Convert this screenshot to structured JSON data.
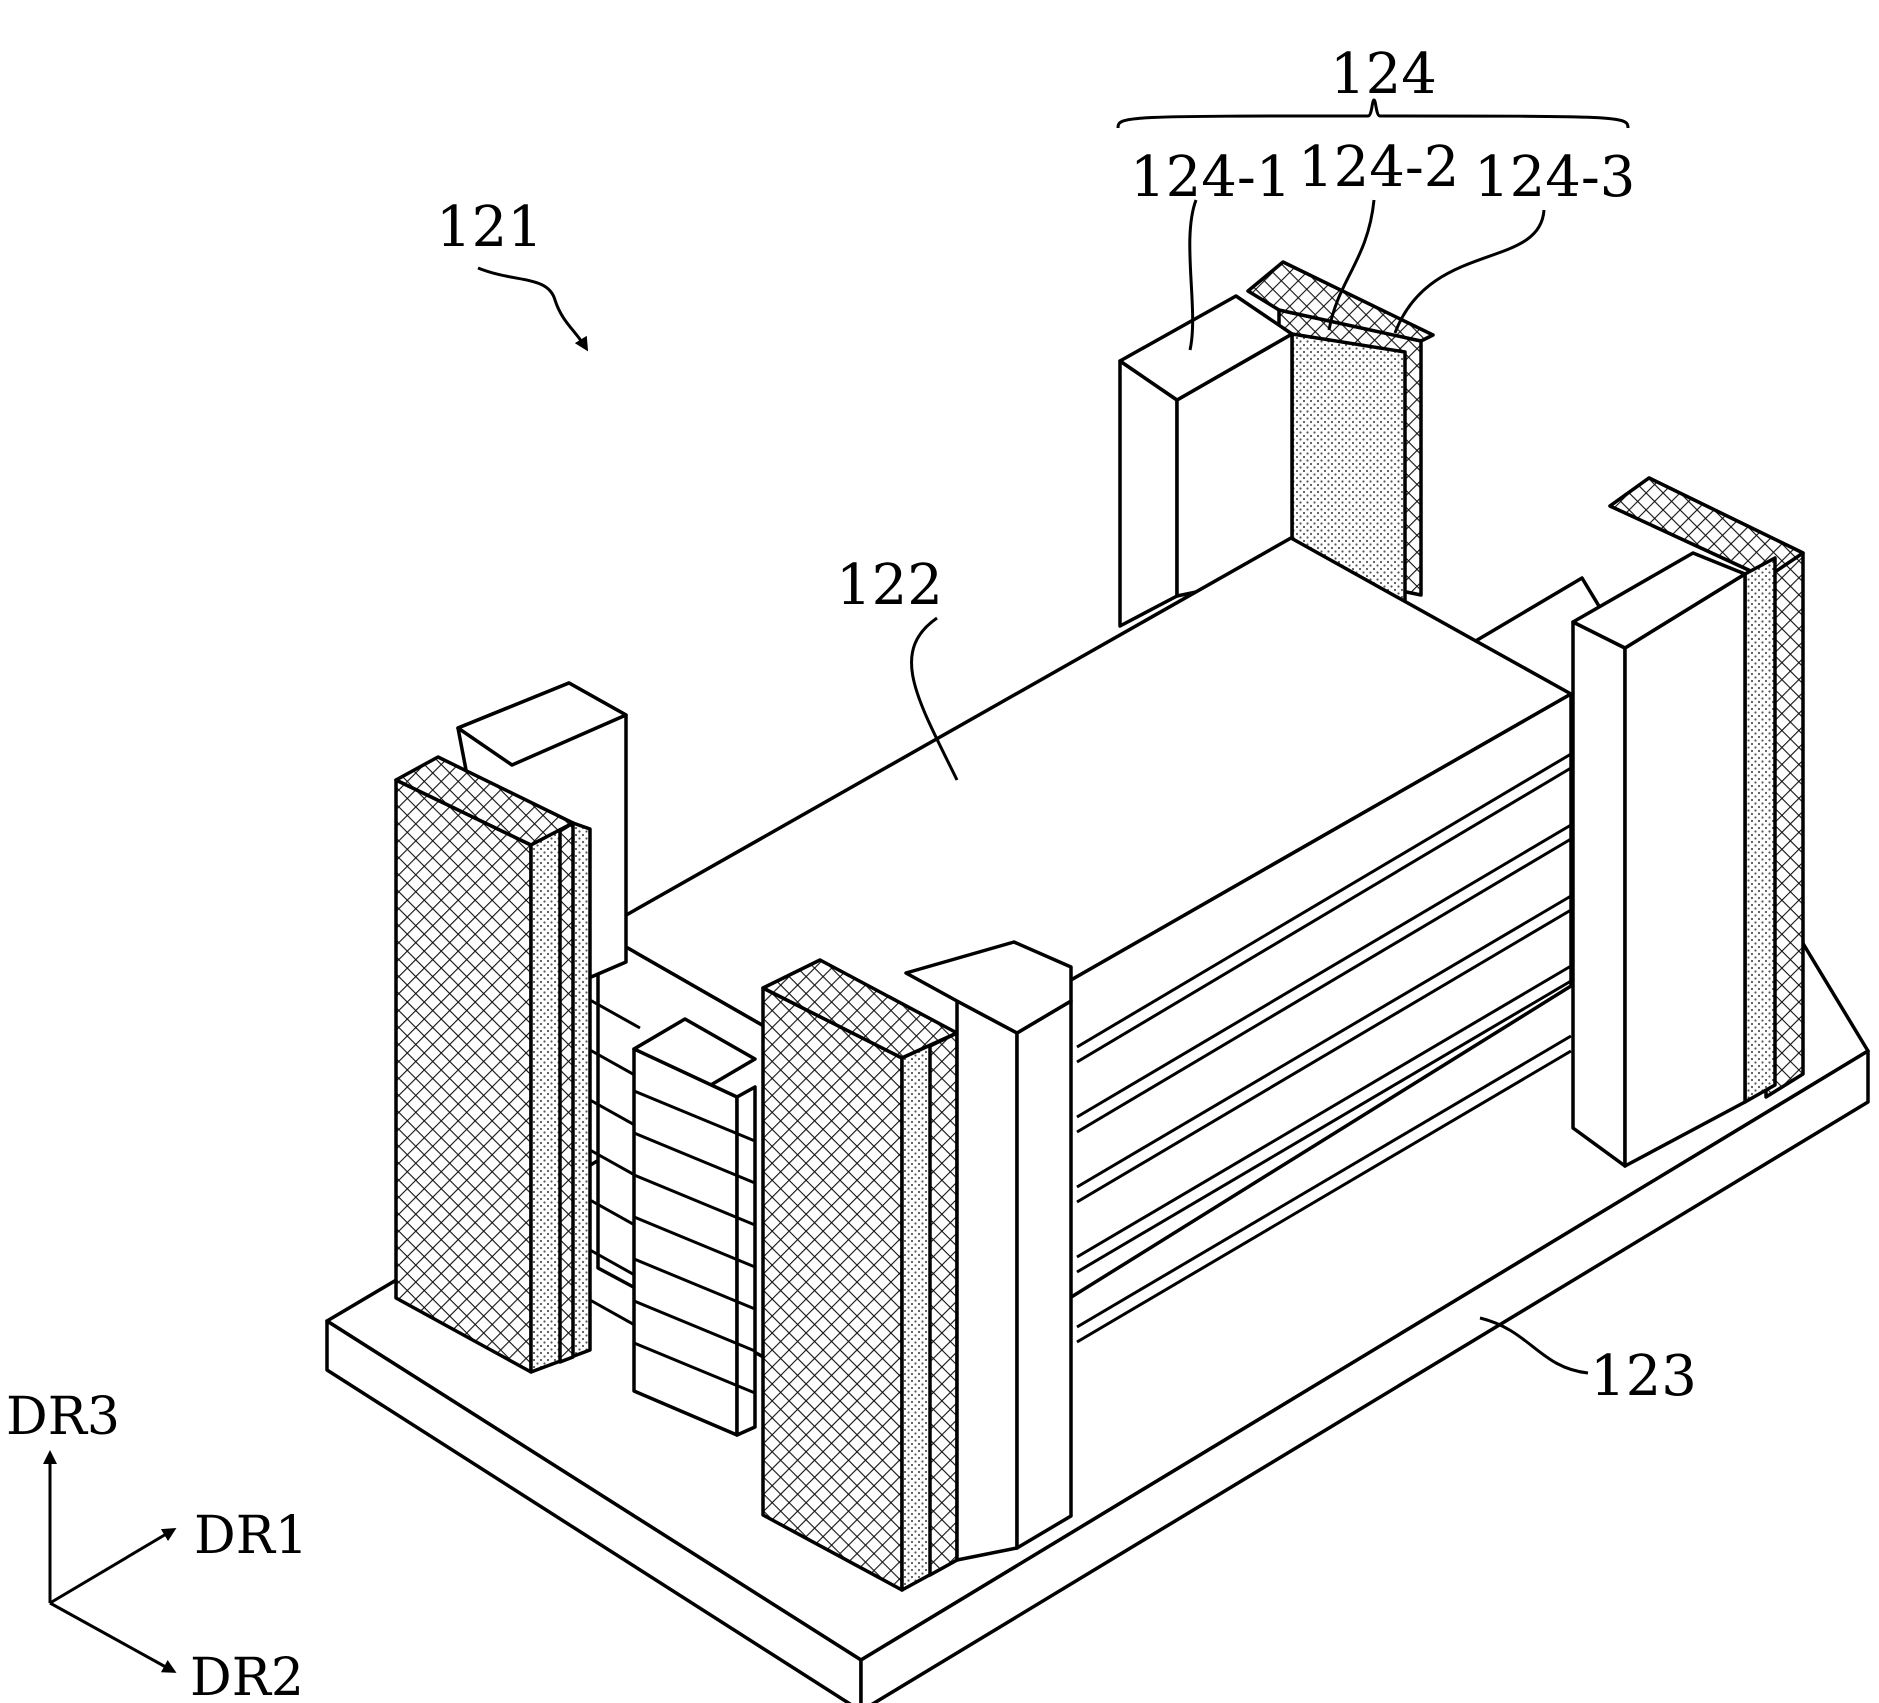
{
  "labels": {
    "device": "121",
    "stack": "122",
    "substrate": "123",
    "electrode_group": "124",
    "layer_1": "124-1",
    "layer_2": "124-2",
    "layer_3": "124-3"
  },
  "axes": {
    "dr1": "DR1",
    "dr2": "DR2",
    "dr3": "DR3"
  }
}
